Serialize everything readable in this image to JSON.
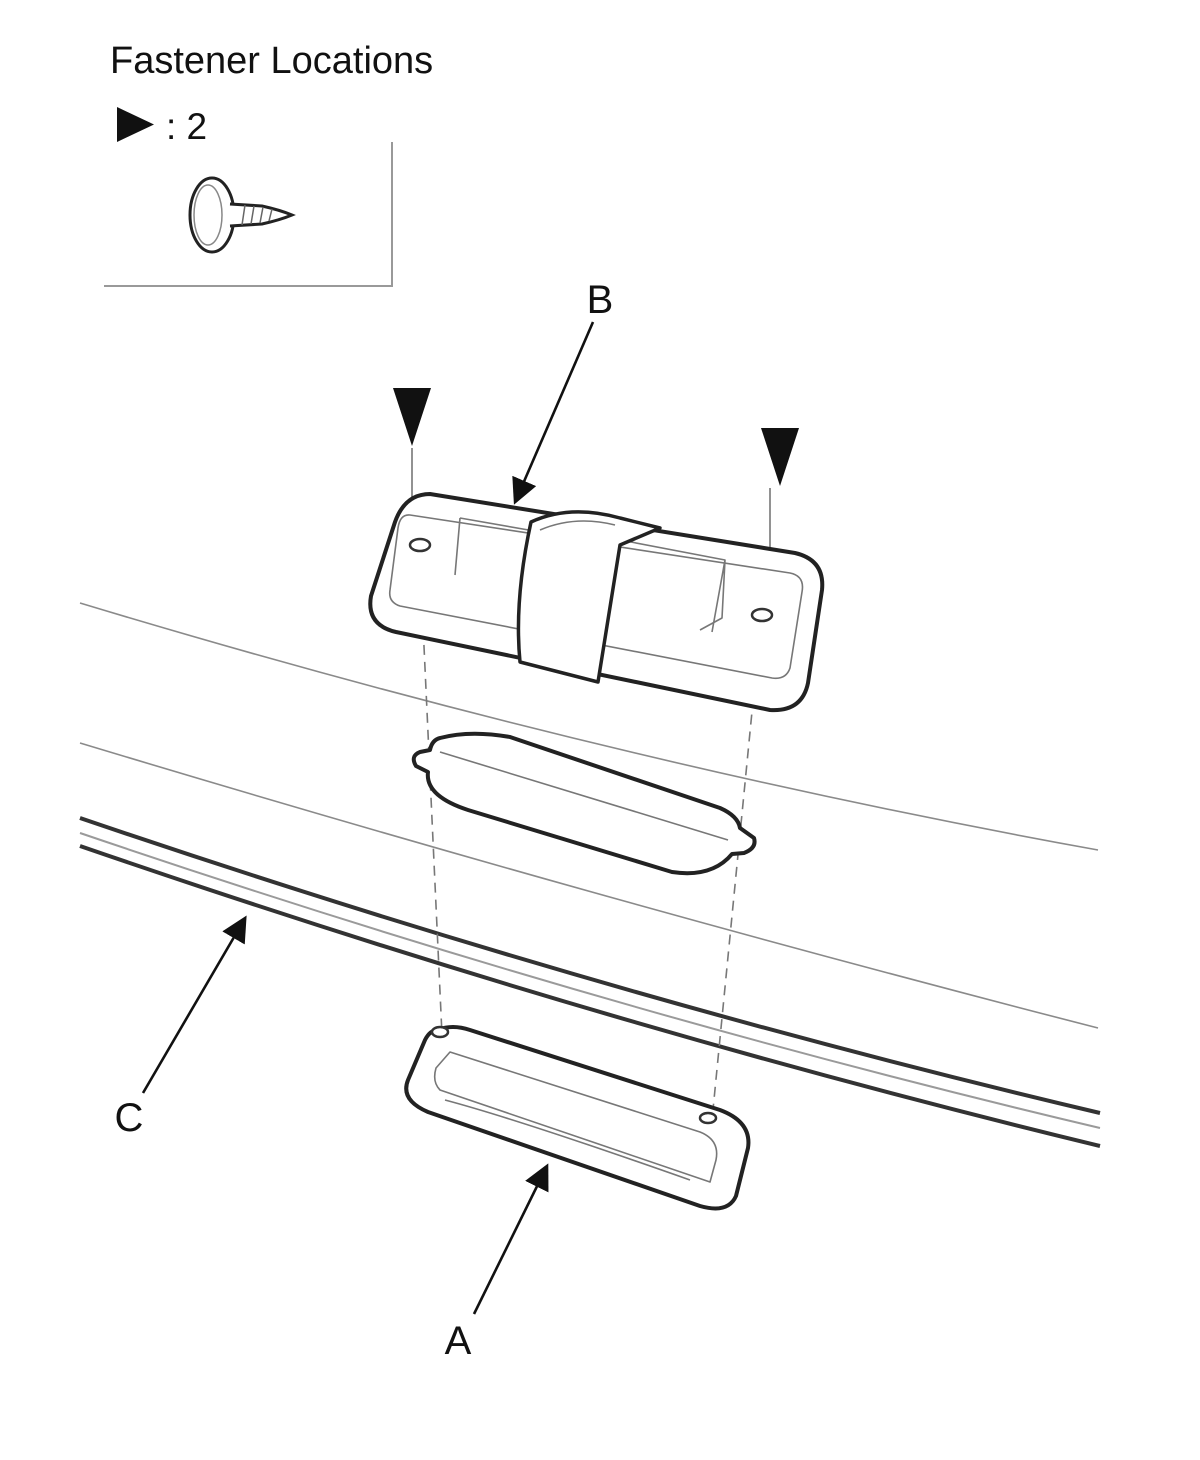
{
  "legend": {
    "title": "Fastener Locations",
    "count_text": ": 2",
    "marker_icon": "filled-triangle-icon",
    "fastener_icon": "screw-icon"
  },
  "callouts": {
    "a": "A",
    "b": "B",
    "c": "C"
  },
  "colors": {
    "ink": "#111111",
    "gray": "#8a8a8a"
  }
}
